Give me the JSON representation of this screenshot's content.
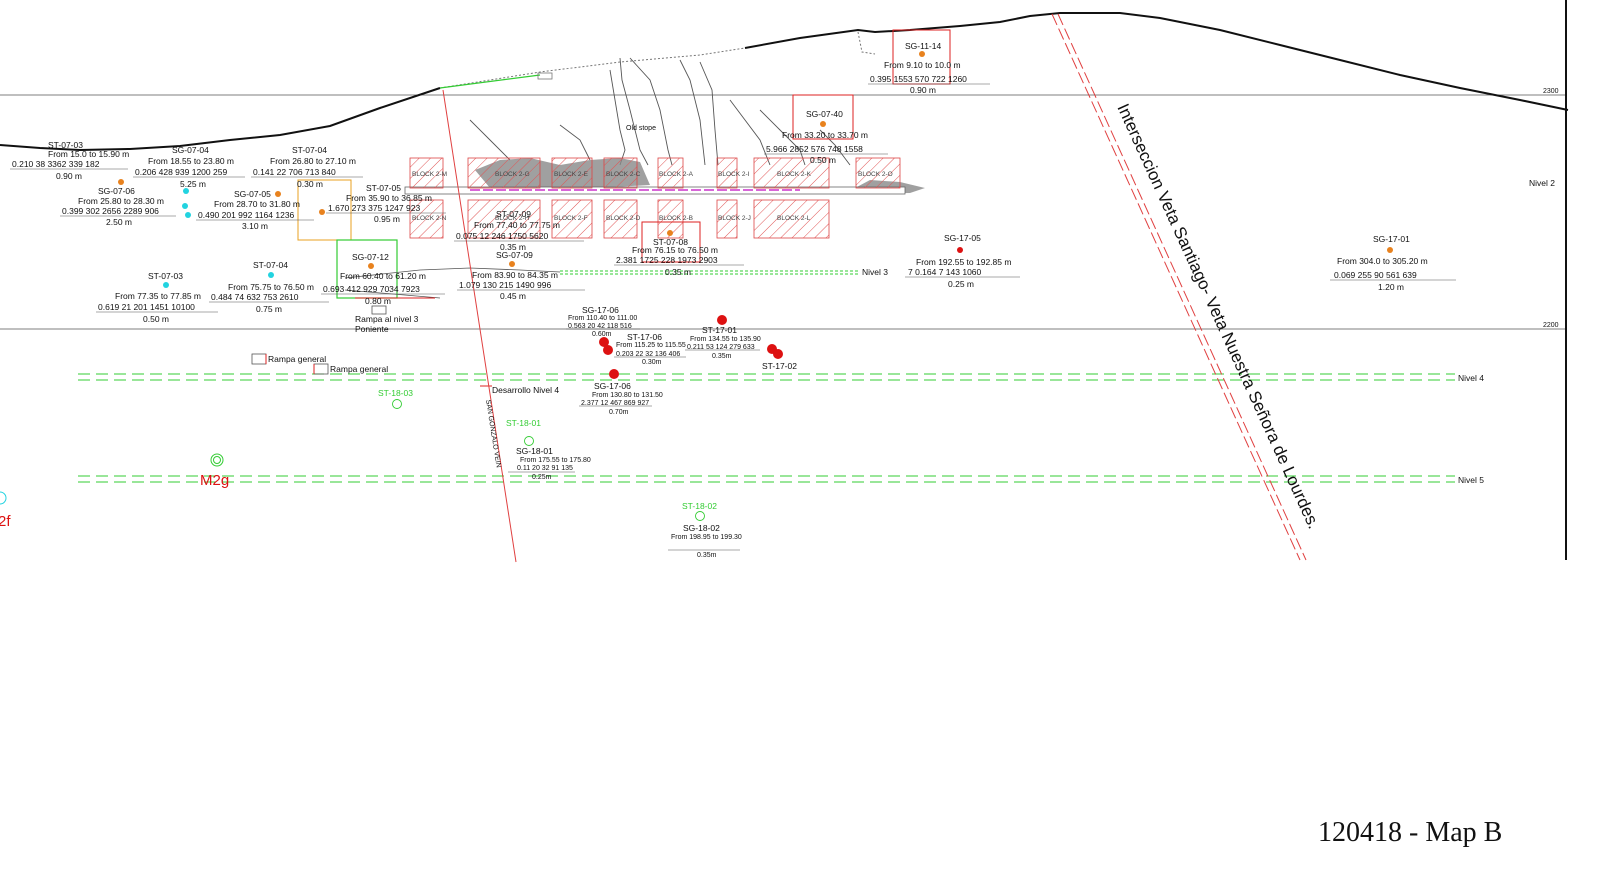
{
  "title": "120418 - Map B",
  "elevations": {
    "upper": "2300",
    "lower": "2200"
  },
  "levels": {
    "nivel2": "Nivel 2",
    "nivel3": "Nivel 3",
    "nivel4": "Nivel 4",
    "nivel5": "Nivel 5"
  },
  "structures": {
    "intersection": "Interseccion Veta Santiago- Veta Nuestra Señora de Lourdes.",
    "san_gonzalo": "SAN GONZALO VEIN",
    "old_stope": "Old stope",
    "rampa_nivel3_a": "Rampa al nivel 3",
    "rampa_nivel3_b": "Poniente",
    "rampa_general_1": "Rampa general",
    "rampa_general_2": "Rampa general",
    "desarrollo": "Desarrollo Nivel 4",
    "m2g": "M2g",
    "m2f": "2f"
  },
  "blocks": {
    "b2m": "BLOCK 2-M",
    "b2g": "BLOCK 2-G",
    "b2e": "BLOCK 2-E",
    "b2c": "BLOCK 2-C",
    "b2a": "BLOCK 2-A",
    "b2i": "BLOCK 2-I",
    "b2k": "BLOCK 2-K",
    "b2o": "BLOCK 2-O",
    "b2n": "BLOCK 2-N",
    "b2h": "BLOCK 2-H",
    "b2f": "BLOCK 2-F",
    "b2d": "BLOCK 2-D",
    "b2b": "BLOCK 2-B",
    "b2j": "BLOCK 2-J",
    "b2l": "BLOCK 2-L"
  },
  "samples": {
    "st0703a": {
      "id": "ST-07-03",
      "from": "From 15.0 to 15.90 m",
      "values": "0.210    38   3362   339    182",
      "width": "0.90 m"
    },
    "sg0704": {
      "id": "SG-07-04",
      "from": "From 18.55 to 23.80 m",
      "values": "0.206  428   939   1200  259",
      "width": "5.25 m"
    },
    "st0704a": {
      "id": "ST-07-04",
      "from": "From 26.80 to 27.10 m",
      "values": "0.141    22   706   713    840",
      "width": "0.30 m"
    },
    "sg0706": {
      "id": "SG-07-06",
      "from": "From 25.80 to 28.30 m",
      "values": "0.399  302  2656  2289  906",
      "width": "2.50 m"
    },
    "sg0705": {
      "id": "SG-07-05",
      "from": "From 28.70 to 31.80 m",
      "values": "0.490  201   992   1164  1236",
      "width": "3.10 m"
    },
    "st0705": {
      "id": "ST-07-05",
      "from": "From 35.90 to 36.85 m",
      "values": "1.670  273   375   1247   923",
      "width": "0.95 m"
    },
    "st0709": {
      "id": "ST-07-09",
      "from": "From 77.40 to 77.75 m",
      "values": "0.075    12   246   1750   5620",
      "width": "0.35 m"
    },
    "sg0709": {
      "id": "SG-07-09",
      "from": "From 83.90 to 84.35 m",
      "values": "1.079   130    215   1490    996",
      "width": "0.45 m"
    },
    "sg0712": {
      "id": "SG-07-12",
      "from": "From 60.40 to 61.20 m",
      "values": "0.693   412    929    7034   7923",
      "width": "0.80 m"
    },
    "st0703b": {
      "id": "ST-07-03",
      "from": "From 77.35 to 77.85 m",
      "values": "0.619   21    201   1451  10100",
      "width": "0.50 m"
    },
    "st0704b": {
      "id": "ST-07-04",
      "from": "From 75.75 to 76.50 m",
      "values": "0.484   74    632    753   2610",
      "width": "0.75 m"
    },
    "st0708": {
      "id": "ST-07-08",
      "from": "From 76.15 to 76.50 m",
      "values": "2.381  1725   228   1973   2903",
      "width": "0.35 m"
    },
    "sg0740": {
      "id": "SG-07-40",
      "from": "From 33.20 to 33.70 m",
      "values": "5.966   2852   576   748   1558",
      "width": "0.50 m"
    },
    "sg1114": {
      "id": "SG-11-14",
      "from": "From 9.10 to 10.0 m",
      "values": "0.395   1553   570    722   1260",
      "width": "0.90 m"
    },
    "sg1705a": {
      "id": "SG-17-05",
      "from": "From 192.55 to 192.85 m",
      "values": "7    0.164    7    143   1060",
      "width": "0.25 m"
    },
    "sg1701": {
      "id": "SG-17-01",
      "from": "From 304.0 to 305.20 m",
      "values": "0.069   255    90    561   639",
      "width": "1.20 m"
    },
    "sg1706a": {
      "id": "SG-17-06",
      "from": "From 110.40 to 111.00",
      "values": "0.563  20  42  118  516",
      "width": "0.60m"
    },
    "st1706": {
      "id": "ST-17-06",
      "from": "From 115.25 to 115.55",
      "values": "0.203  22  32  136  406",
      "width": "0.30m"
    },
    "st1701": {
      "id": "ST-17-01",
      "from": "From 134.55 to 135.90",
      "values": "0.211  53  124  279  633",
      "width": "0.35m"
    },
    "st1702": {
      "id": "ST-17-02"
    },
    "sg1706b": {
      "id": "SG-17-06",
      "from": "From 130.80 to 131.50",
      "values": "2.377  12  467  869  927",
      "width": "0.70m"
    },
    "st1803": {
      "id": "ST-18-03"
    },
    "st1801": {
      "id": "ST-18-01"
    },
    "sg1801": {
      "id": "SG-18-01",
      "from": "From 175.55 to 175.80",
      "values": "0.11  20  32  91  135",
      "width": "0.25m"
    },
    "st1802": {
      "id": "ST-18-02"
    },
    "sg1802": {
      "id": "SG-18-02",
      "from": "From 198.95 to 199.30",
      "width": "0.35m"
    }
  },
  "colors": {
    "red": "#dd1111",
    "green": "#33cc33",
    "orange": "#e8821e",
    "cyan": "#22d3e0",
    "magenta": "#cc33cc"
  }
}
